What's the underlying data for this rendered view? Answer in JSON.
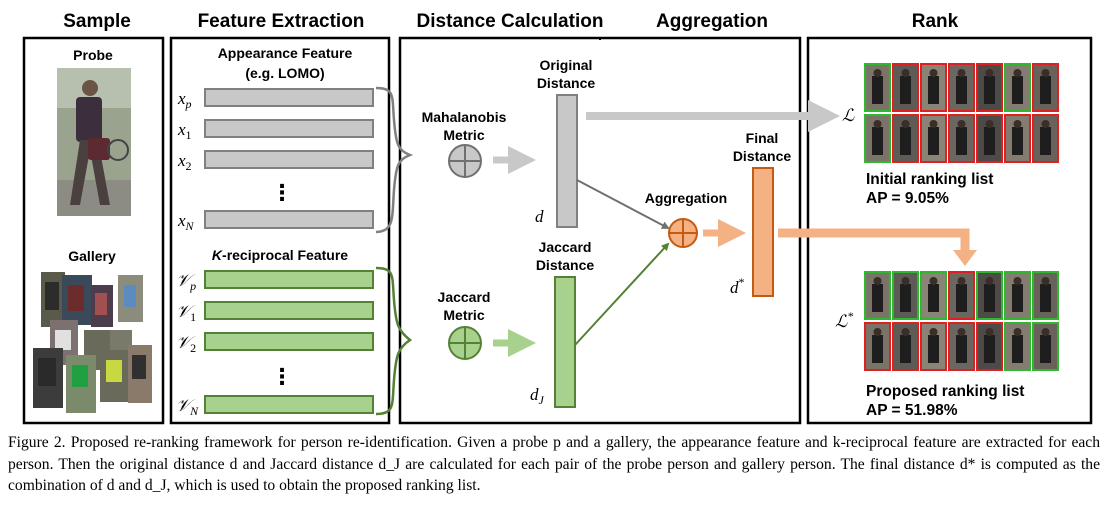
{
  "headers": {
    "sample": "Sample",
    "feature_extraction": "Feature Extraction",
    "distance_calculation": "Distance Calculation",
    "aggregation": "Aggregation",
    "rank": "Rank"
  },
  "sample": {
    "probe_label": "Probe",
    "gallery_label": "Gallery"
  },
  "feature_extraction": {
    "appearance_title": "Appearance Feature",
    "appearance_subtitle": "(e.g. LOMO)",
    "appearance_rows": [
      "x_p",
      "x_1",
      "x_2",
      "x_N"
    ],
    "reciprocal_title_italic": "K",
    "reciprocal_title_rest": "-reciprocal Feature",
    "reciprocal_rows": [
      "V_p",
      "V_1",
      "V_2",
      "V_N"
    ],
    "ellipsis": "⋮"
  },
  "distance_calculation": {
    "mahalanobis_line1": "Mahalanobis",
    "mahalanobis_line2": "Metric",
    "jaccard_metric_line1": "Jaccard",
    "jaccard_metric_line2": "Metric",
    "original_line1": "Original",
    "original_line2": "Distance",
    "original_symbol": "d",
    "jaccard_dist_line1": "Jaccard",
    "jaccard_dist_line2": "Distance",
    "jaccard_symbol": "d",
    "jaccard_symbol_sub": "J"
  },
  "aggregation": {
    "node_label": "Aggregation",
    "final_line1": "Final",
    "final_line2": "Distance",
    "final_symbol": "d",
    "final_symbol_sup": "*"
  },
  "rank": {
    "initial_symbol": "ℒ",
    "initial_title": "Initial ranking list",
    "initial_ap": "AP = 9.05%",
    "initial_row1_match": [
      "green",
      "red",
      "red",
      "red",
      "red",
      "green",
      "red"
    ],
    "initial_row2_match": [
      "green",
      "red",
      "red",
      "red",
      "red",
      "red",
      "red"
    ],
    "proposed_symbol": "ℒ",
    "proposed_symbol_sup": "*",
    "proposed_title": "Proposed ranking list",
    "proposed_ap": "AP = 51.98%",
    "proposed_row1_match": [
      "green",
      "green",
      "green",
      "red",
      "green",
      "green",
      "green"
    ],
    "proposed_row2_match": [
      "red",
      "red",
      "red",
      "red",
      "red",
      "green",
      "green"
    ]
  },
  "caption": "Figure 2. Proposed re-ranking framework for person re-identification. Given a probe p and a gallery, the appearance feature and k-reciprocal feature are extracted for each person. Then the original distance d and Jaccard distance d_J are calculated for each pair of the probe person and gallery person. The final distance d* is computed as the combination of d and d_J, which is used to obtain the proposed ranking list.",
  "colors": {
    "gray_bar": "#c8c8c8",
    "gray_stroke": "#808080",
    "green_bar": "#a9d18e",
    "green_stroke": "#548235",
    "orange_bar": "#f4b183",
    "orange_stroke": "#c55a11",
    "match_green": "#2eb82e",
    "match_red": "#e02020"
  }
}
